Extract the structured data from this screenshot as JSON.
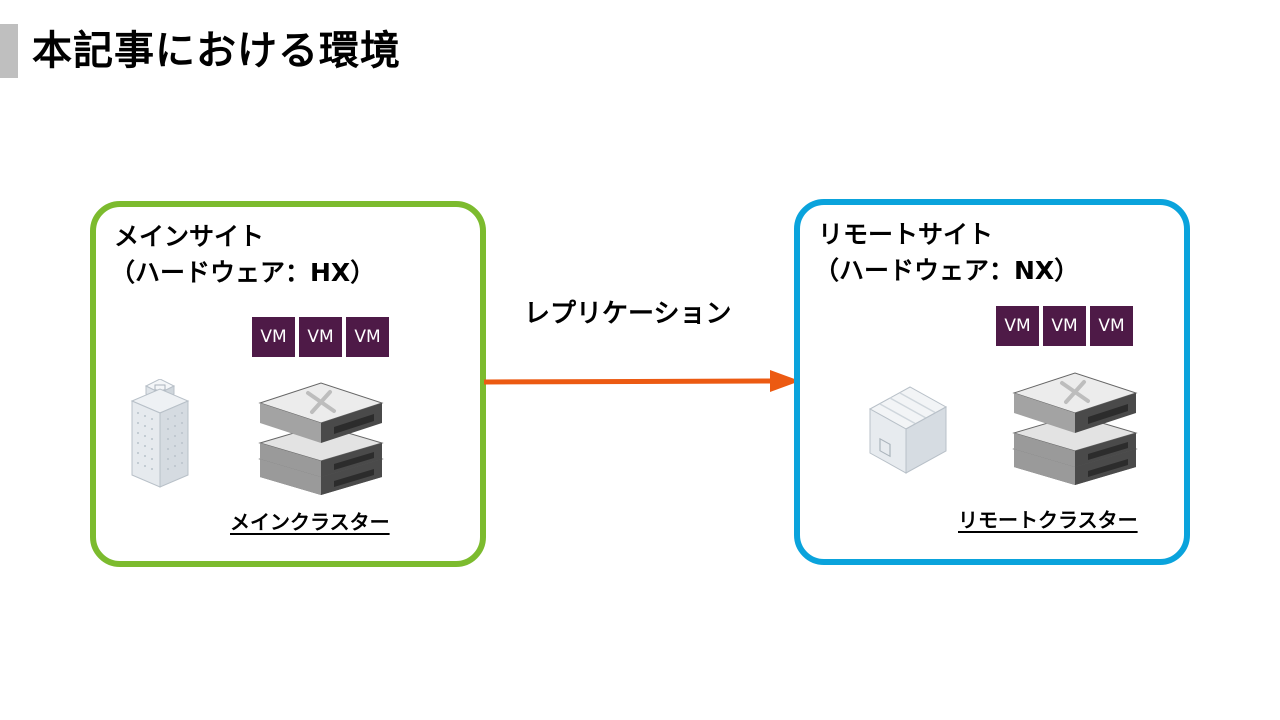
{
  "title": "本記事における環境",
  "main_site": {
    "name": "メインサイト",
    "hardware": "（ハードウェア：HX）",
    "cluster_label": "メインクラスター",
    "vm_labels": [
      "VM",
      "VM",
      "VM"
    ]
  },
  "remote_site": {
    "name": "リモートサイト",
    "hardware": "（ハードウェア：NX）",
    "cluster_label": "リモートクラスター",
    "vm_labels": [
      "VM",
      "VM",
      "VM"
    ]
  },
  "replication_label": "レプリケーション",
  "icons": {
    "main_building": "office-building-icon",
    "remote_building": "small-building-icon",
    "server": "server-stack-icon"
  },
  "colors": {
    "main_site_border": "#7cbb2e",
    "remote_site_border": "#0aa3dc",
    "arrow": "#ec5a12",
    "vm_box": "#4e1a47",
    "title_bar": "#bfbfbf"
  }
}
